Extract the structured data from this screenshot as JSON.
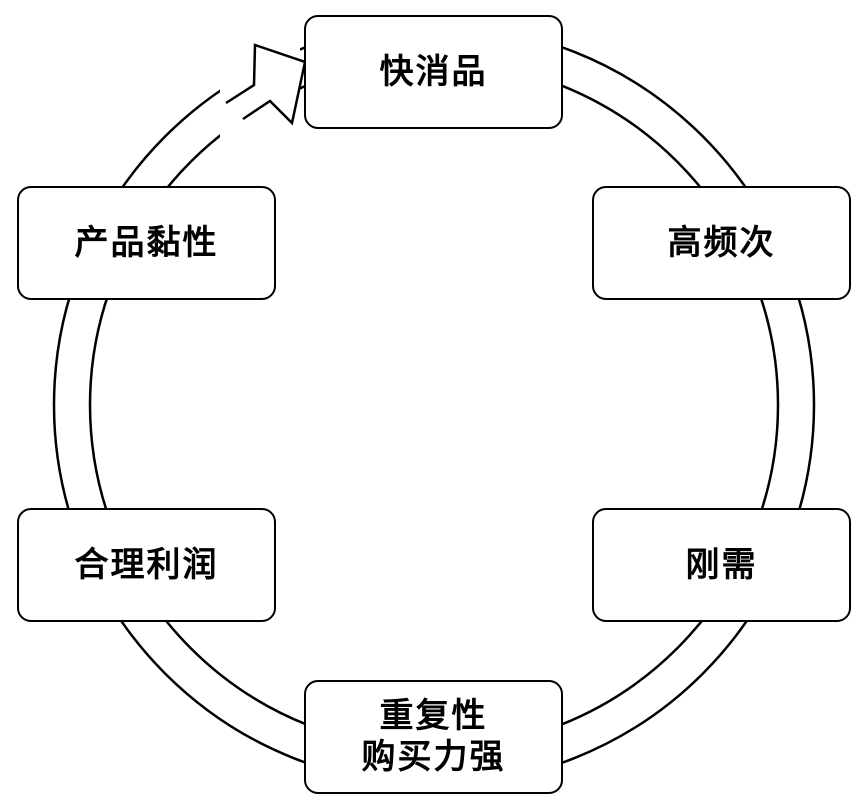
{
  "nodes": [
    {
      "id": "fmcg",
      "lines": [
        "快消品"
      ]
    },
    {
      "id": "high-frequency",
      "lines": [
        "高频次"
      ]
    },
    {
      "id": "rigid-demand",
      "lines": [
        "刚需"
      ]
    },
    {
      "id": "repeat-purchase",
      "lines": [
        "重复性",
        "购买力强"
      ]
    },
    {
      "id": "reasonable-profit",
      "lines": [
        "合理利润"
      ]
    },
    {
      "id": "product-stickiness",
      "lines": [
        "产品黏性"
      ]
    }
  ],
  "colors": {
    "stroke": "#000000",
    "fill": "#ffffff"
  }
}
